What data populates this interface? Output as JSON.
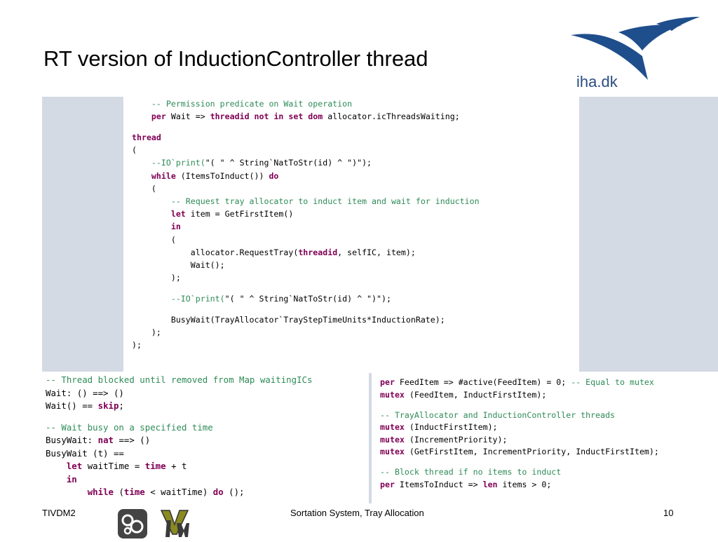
{
  "slide": {
    "title": "RT version of InductionController thread",
    "logo_text": "iha.dk",
    "footer": {
      "left": "TIVDM2",
      "center": "Sortation System, Tray Allocation",
      "page": "10"
    }
  },
  "colors": {
    "comment": "#2e8b57",
    "keyword": "#800055",
    "string": "#0000c0",
    "panel_bg": "#d4dae4",
    "logo_blue": "#1f4e8c"
  },
  "code_main": [
    [
      [
        "    ",
        ""
      ],
      [
        "-- Permission predicate on Wait operation",
        "c"
      ]
    ],
    [
      [
        "    ",
        ""
      ],
      [
        "per",
        "k"
      ],
      [
        " Wait => ",
        ""
      ],
      [
        "threadid not in set dom",
        "k"
      ],
      [
        " allocator.icThreadsWaiting;",
        ""
      ]
    ],
    [
      [
        "",
        ""
      ]
    ],
    [
      [
        "thread",
        "k"
      ]
    ],
    [
      [
        "(",
        ""
      ]
    ],
    [
      [
        "    ",
        ""
      ],
      [
        "--IO`print(",
        "c"
      ],
      [
        "\"( \" ^ String`NatToStr(id) ^ \")\"",
        ""
      ],
      [
        ");",
        ""
      ]
    ],
    [
      [
        "    ",
        ""
      ],
      [
        "while",
        "k"
      ],
      [
        " (ItemsToInduct()) ",
        ""
      ],
      [
        "do",
        "k"
      ]
    ],
    [
      [
        "    (",
        ""
      ]
    ],
    [
      [
        "        ",
        ""
      ],
      [
        "-- Request tray allocator to induct item and wait for induction",
        "c"
      ]
    ],
    [
      [
        "        ",
        ""
      ],
      [
        "let",
        "k"
      ],
      [
        " item = GetFirstItem()",
        ""
      ]
    ],
    [
      [
        "        ",
        ""
      ],
      [
        "in",
        "k"
      ]
    ],
    [
      [
        "        (",
        ""
      ]
    ],
    [
      [
        "            allocator.RequestTray(",
        ""
      ],
      [
        "threadid",
        "k"
      ],
      [
        ", selfIC, item);",
        ""
      ]
    ],
    [
      [
        "            Wait();",
        ""
      ]
    ],
    [
      [
        "        );",
        ""
      ]
    ],
    [
      [
        "",
        ""
      ]
    ],
    [
      [
        "        ",
        ""
      ],
      [
        "--IO`print(",
        "c"
      ],
      [
        "\"( \" ^ String`NatToStr(id) ^ \")\"",
        ""
      ],
      [
        ");",
        ""
      ]
    ],
    [
      [
        "",
        ""
      ]
    ],
    [
      [
        "        BusyWait(TrayAllocator`TrayStepTimeUnits*InductionRate);",
        ""
      ]
    ],
    [
      [
        "    );",
        ""
      ]
    ],
    [
      [
        ");",
        ""
      ]
    ]
  ],
  "code_left": [
    [
      [
        "-- Thread blocked until removed from Map waitingICs",
        "c"
      ]
    ],
    [
      [
        "Wait: () ==> ()",
        ""
      ]
    ],
    [
      [
        "Wait() == ",
        ""
      ],
      [
        "skip",
        "k"
      ],
      [
        ";",
        ""
      ]
    ],
    [
      [
        "",
        ""
      ]
    ],
    [
      [
        "-- Wait busy on a specified time",
        "c"
      ]
    ],
    [
      [
        "BusyWait: ",
        ""
      ],
      [
        "nat",
        "k"
      ],
      [
        " ==> ()",
        ""
      ]
    ],
    [
      [
        "BusyWait (t) ==",
        ""
      ]
    ],
    [
      [
        "    ",
        ""
      ],
      [
        "let",
        "k"
      ],
      [
        " waitTime = ",
        ""
      ],
      [
        "time",
        "k"
      ],
      [
        " + t",
        ""
      ]
    ],
    [
      [
        "    ",
        ""
      ],
      [
        "in",
        "k"
      ]
    ],
    [
      [
        "        ",
        ""
      ],
      [
        "while",
        "k"
      ],
      [
        " (",
        ""
      ],
      [
        "time",
        "k"
      ],
      [
        " < waitTime) ",
        ""
      ],
      [
        "do",
        "k"
      ],
      [
        " ();",
        ""
      ]
    ]
  ],
  "code_right": [
    [
      [
        "per",
        "k"
      ],
      [
        " FeedItem => #active(FeedItem) = 0; ",
        ""
      ],
      [
        "-- Equal to mutex",
        "c"
      ]
    ],
    [
      [
        "mutex",
        "k"
      ],
      [
        " (FeedItem, InductFirstItem);",
        ""
      ]
    ],
    [
      [
        "",
        ""
      ]
    ],
    [
      [
        "-- TrayAllocator and InductionController threads",
        "c"
      ]
    ],
    [
      [
        "mutex",
        "k"
      ],
      [
        " (InductFirstItem);",
        ""
      ]
    ],
    [
      [
        "mutex",
        "k"
      ],
      [
        " (IncrementPriority);",
        ""
      ]
    ],
    [
      [
        "mutex",
        "k"
      ],
      [
        " (GetFirstItem, IncrementPriority, InductFirstItem);",
        ""
      ]
    ],
    [
      [
        "",
        ""
      ]
    ],
    [
      [
        "-- Block thread if no items to induct",
        "c"
      ]
    ],
    [
      [
        "per",
        "k"
      ],
      [
        " ItemsToInduct => ",
        ""
      ],
      [
        "len",
        "k"
      ],
      [
        " items > 0;",
        ""
      ]
    ]
  ]
}
